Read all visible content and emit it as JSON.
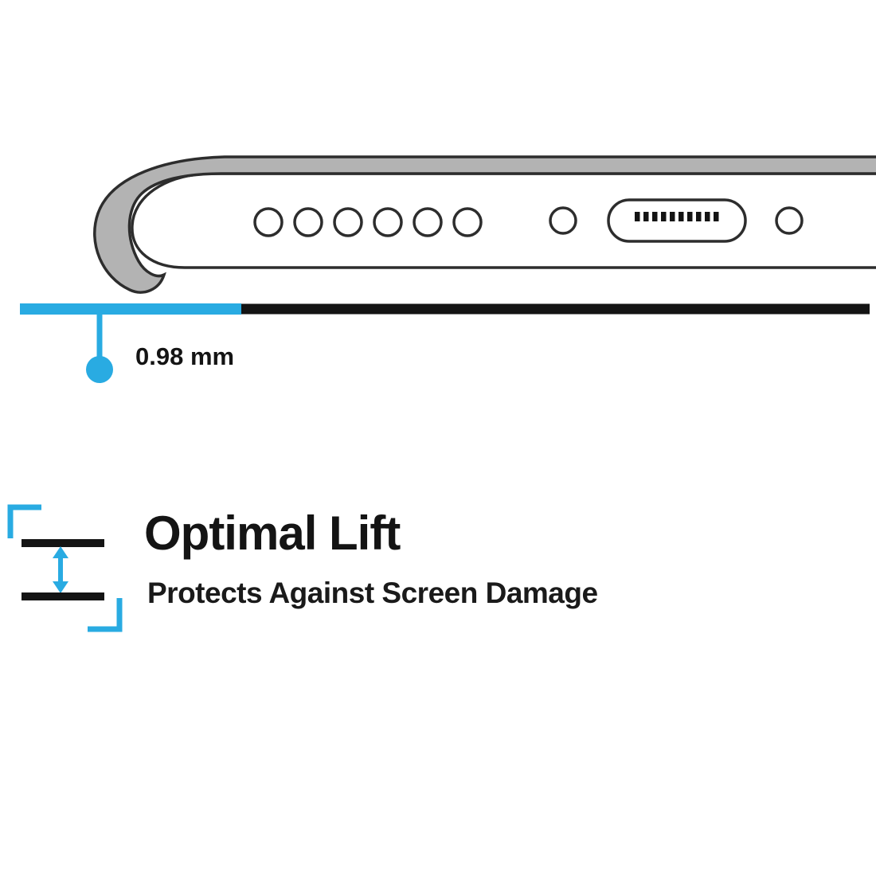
{
  "graphic": {
    "kind": "phone-case-feature-illustration",
    "background": "#ffffff"
  },
  "colors": {
    "accent": "#29ABE2",
    "ink": "#141414",
    "outline": "#2d2d2d",
    "caseGray": "#b3b3b3"
  },
  "illustration": {
    "name": "phone-bottom-edge-in-case",
    "parts": {
      "case_lip": "case-raised-lip",
      "speaker_holes": "speaker-hole-row",
      "microphone_hole": "microphone-hole",
      "charging_port": "charging-port",
      "screw_hole": "screw-hole"
    }
  },
  "measurement": {
    "label": "0.98 mm"
  },
  "feature": {
    "title": "Optimal Lift",
    "subtitle": "Protects Against Screen Damage"
  },
  "icons": {
    "lift_gap": "lift-gap-arrow-icon"
  }
}
